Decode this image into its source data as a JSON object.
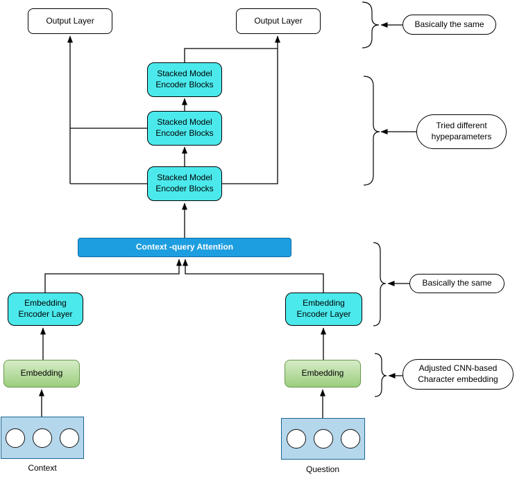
{
  "nodes": {
    "output_layer_left": "Output Layer",
    "output_layer_right": "Output Layer",
    "stacked_block_1": "Stacked Model\nEncoder Blocks",
    "stacked_block_2": "Stacked Model\nEncoder Blocks",
    "stacked_block_3": "Stacked Model\nEncoder Blocks",
    "attention": "Context -query Attention",
    "encoder_left": "Embedding\nEncoder Layer",
    "encoder_right": "Embedding\nEncoder Layer",
    "embedding_left": "Embedding",
    "embedding_right": "Embedding",
    "input_label_left": "Context",
    "input_label_right": "Question"
  },
  "annotations": {
    "same_top": "Basically the same",
    "hyperparams": "Tried different\nhypeparameters",
    "same_mid": "Basically the same",
    "char_embedding": "Adjusted CNN-based\nCharacter embedding"
  },
  "colors": {
    "cyan_fill": "#4BE9EC",
    "attention_fill": "#1D9EE0",
    "attention_border": "#1168A5",
    "green_gradient_top": "#D6ECC8",
    "green_gradient_bottom": "#9BCE7D",
    "green_border": "#67974A",
    "input_fill": "#B4D7EC",
    "input_border": "#17648F",
    "line_color": "#000000"
  }
}
